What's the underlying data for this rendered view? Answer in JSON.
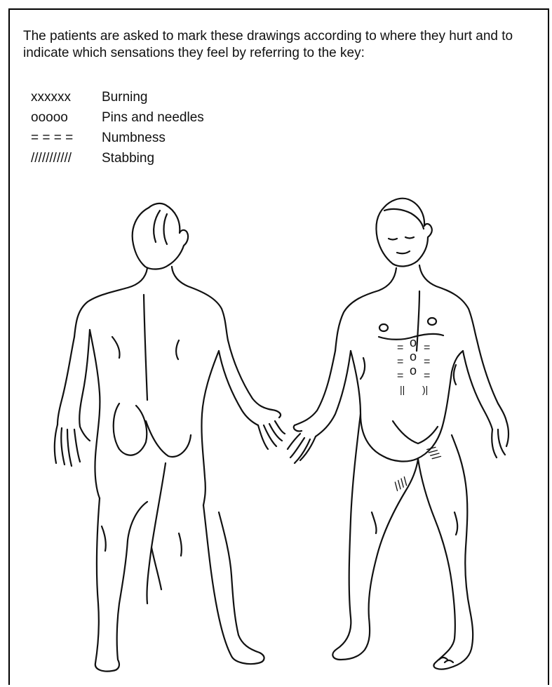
{
  "instructions": "The patients are asked to mark these drawings according to where they hurt and to indicate which sensations they feel by referring to the key:",
  "key": [
    {
      "symbol": "xxxxxx",
      "label": "Burning"
    },
    {
      "symbol": "ooooo",
      "label": "Pins and needles"
    },
    {
      "symbol": "= = = =",
      "label": "Numbness"
    },
    {
      "symbol": "///////////",
      "label": "Stabbing"
    }
  ],
  "figures": {
    "back_view": "figure-back-icon",
    "front_view": "figure-front-icon",
    "marking_chars": {
      "pins": "o",
      "numb": "=",
      "stab": "/"
    }
  },
  "colors": {
    "ink": "#111111",
    "paper": "#ffffff"
  }
}
